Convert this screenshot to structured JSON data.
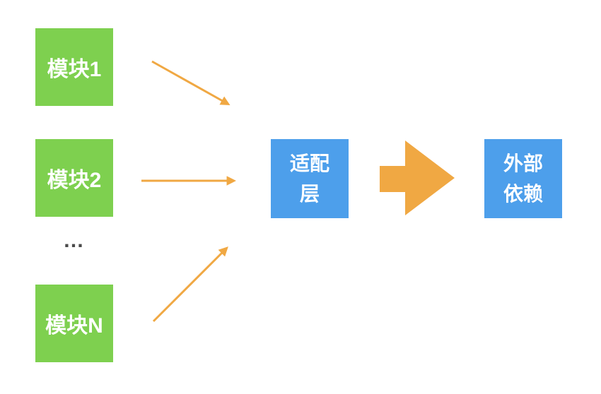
{
  "diagram": {
    "background": "#ffffff",
    "colors": {
      "module_green": "#7ED04F",
      "adapter_blue": "#4D9FEB",
      "arrow_orange": "#F0A843",
      "ellipsis_gray": "#4a4a4a",
      "box_text_white": "#ffffff"
    },
    "modules": [
      {
        "label": "模块1"
      },
      {
        "label": "模块2"
      },
      {
        "label": "模块N"
      }
    ],
    "ellipsis": "…",
    "adapter": {
      "line1": "适配",
      "line2": "层"
    },
    "external": {
      "line1": "外部",
      "line2": "依赖"
    }
  }
}
